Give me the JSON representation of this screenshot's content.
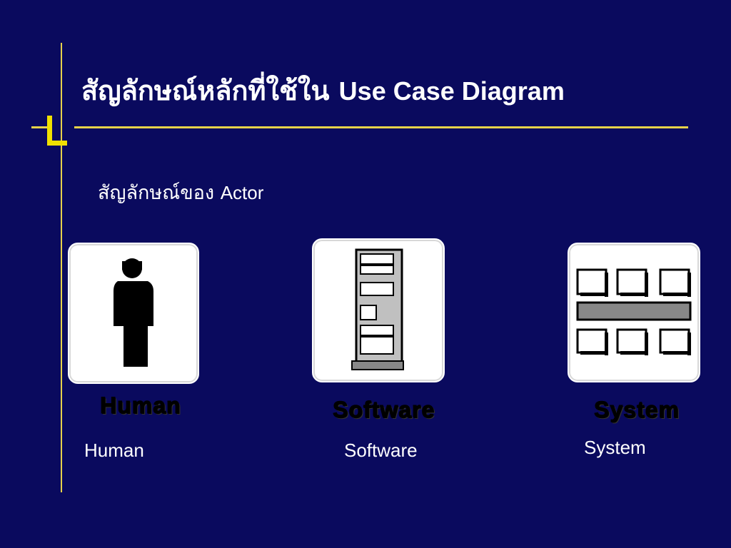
{
  "slide": {
    "title_thai": "สัญลักษณ์หลักที่ใช้ใน",
    "title_latin": "Use Case Diagram",
    "subtitle_thai": "สัญลักษณ์ของ",
    "subtitle_latin": "Actor"
  },
  "actors": [
    {
      "icon": "human-figure-icon",
      "icon_label": "Human",
      "caption": "Human"
    },
    {
      "icon": "server-tower-icon",
      "icon_label": "Software",
      "caption": "Software"
    },
    {
      "icon": "system-grid-icon",
      "icon_label": "System",
      "caption": "System"
    }
  ],
  "colors": {
    "background": "#0a0a5e",
    "accent_line": "#e6d24a",
    "bullet_l": "#f0e000",
    "text": "#ffffff"
  }
}
